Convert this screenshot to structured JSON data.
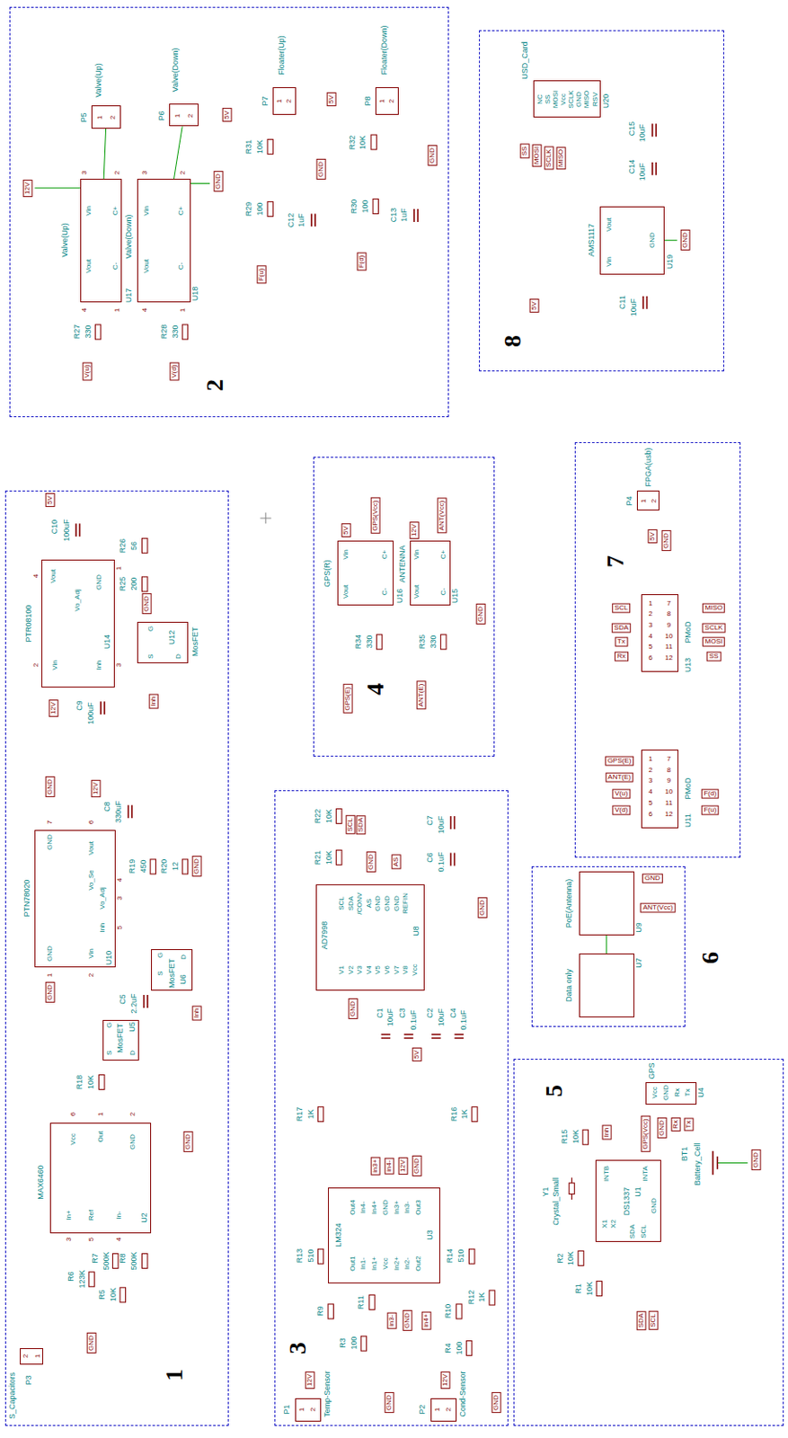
{
  "diagram": {
    "nodes": [
      {
        "text": [
          "1"
        ]
      },
      {
        "text": [
          "PTR08100",
          "U14",
          "Vout",
          "Vo_Adj",
          "GND",
          "Vin",
          "Inh"
        ],
        "in": 0
      },
      {
        "text": [
          "MosFET",
          "U12",
          "G",
          "S",
          "D"
        ],
        "in": 0
      },
      {
        "text": [
          "PTN78020",
          "U10",
          "GND",
          "Vout",
          "Vo_Se",
          "Vo_Adj",
          "Inh",
          "GND",
          "Vin"
        ],
        "in": 0
      },
      {
        "text": [
          "MosFET",
          "U6",
          "G",
          "S",
          "D"
        ],
        "in": 0
      },
      {
        "text": [
          "MosFET",
          "U5",
          "G",
          "S",
          "D"
        ],
        "in": 0
      },
      {
        "text": [
          "MAX6460",
          "U2",
          "Vcc",
          "Out",
          "GND",
          "In+",
          "Ref",
          "In-"
        ],
        "in": 0
      },
      {
        "text": [
          "S_Capacitors",
          "P3",
          "2",
          "1"
        ],
        "in": 0
      },
      {
        "text": [
          "2"
        ]
      },
      {
        "text": [
          "P5",
          "Valve(Up)",
          "1",
          "2"
        ],
        "in": 8
      },
      {
        "text": [
          "P6",
          "Valve(Down)",
          "1",
          "2"
        ],
        "in": 8
      },
      {
        "text": [
          "Valve(Up)",
          "U17",
          "Vin",
          "Vout",
          "C+",
          "C-"
        ],
        "in": 8
      },
      {
        "text": [
          "Valve(Down)",
          "U18",
          "Vin",
          "Vout",
          "C+",
          "C-"
        ],
        "in": 8
      },
      {
        "text": [
          "P7",
          "Floater(Up)",
          "1",
          "2"
        ],
        "in": 8
      },
      {
        "text": [
          "P8",
          "Floater(Down)",
          "1",
          "2"
        ],
        "in": 8
      },
      {
        "text": [
          "3"
        ]
      },
      {
        "text": [
          "AD7998",
          "U8",
          "SCL",
          "SDA",
          "/CONV",
          "AS",
          "GND",
          "GND",
          "GND",
          "REFIN",
          "V1",
          "V2",
          "V3",
          "V4",
          "V5",
          "V6",
          "V7",
          "V8",
          "Vcc"
        ],
        "in": 15
      },
      {
        "text": [
          "LM324",
          "U3",
          "Out4",
          "In4-",
          "In4+",
          "GND",
          "In3+",
          "In3-",
          "Out3",
          "Out1",
          "In1-",
          "In1+",
          "Vcc",
          "In2+",
          "In2-",
          "Out2"
        ],
        "in": 15
      },
      {
        "text": [
          "Temp-Sensor",
          "P1",
          "1",
          "2"
        ],
        "in": 15
      },
      {
        "text": [
          "Cond-Sensor",
          "P2",
          "1",
          "2"
        ],
        "in": 15
      },
      {
        "text": [
          "4"
        ]
      },
      {
        "text": [
          "GPS(R)",
          "U16",
          "Vin",
          "Vout",
          "C+",
          "C-"
        ],
        "in": 20
      },
      {
        "text": [
          "ANTENNA",
          "U15",
          "Vin",
          "Vout",
          "C+",
          "C-"
        ],
        "in": 20
      },
      {
        "text": [
          "5"
        ]
      },
      {
        "text": [
          "GPS",
          "U4",
          "Vcc",
          "GND",
          "Rx",
          "Tx"
        ],
        "in": 23
      },
      {
        "text": [
          "DS1337",
          "U1",
          "INTB",
          "INTA",
          "X1",
          "X2",
          "GND",
          "SDA",
          "SCL"
        ],
        "in": 23
      },
      {
        "text": [
          "6"
        ]
      },
      {
        "text": [
          "PoE(Antenna)",
          "U9"
        ],
        "in": 26
      },
      {
        "text": [
          "Data only",
          "U7"
        ],
        "in": 26
      },
      {
        "text": [
          "7"
        ]
      },
      {
        "text": [
          "P4",
          "FPGA(usb)",
          "1",
          "2"
        ],
        "in": 29
      },
      {
        "text": [
          "PMoD",
          "U13",
          "1",
          "2",
          "3",
          "4",
          "5",
          "6",
          "7",
          "8",
          "9",
          "10",
          "11",
          "12"
        ],
        "in": 29
      },
      {
        "text": [
          "PMoD",
          "U11",
          "1",
          "2",
          "3",
          "4",
          "5",
          "6",
          "7",
          "8",
          "9",
          "10",
          "11",
          "12"
        ],
        "in": 29
      },
      {
        "text": [
          "8"
        ]
      },
      {
        "text": [
          "USD_Card",
          "U20",
          "NC",
          "SS",
          "MOSI",
          "Vcc",
          "SCLK",
          "GND",
          "MISO",
          "RSV"
        ],
        "in": 33
      },
      {
        "text": [
          "AMS1117",
          "U19",
          "Vin",
          "Vout",
          "GND"
        ],
        "in": 33
      }
    ],
    "edges": [
      {
        "from": 11,
        "to": 9,
        "arrow": "none"
      },
      {
        "from": 12,
        "to": 10,
        "arrow": "none"
      },
      {
        "from": 28,
        "to": 27,
        "arrow": "none"
      }
    ],
    "labels": [
      "5V",
      "C10",
      "100uF",
      "R26",
      "56",
      "R25",
      "200",
      "GND",
      "4",
      "2",
      "1",
      "3",
      "12V",
      "C9",
      "100uF",
      "Inh",
      "GND",
      "12V",
      "C8",
      "330uF",
      "7",
      "6",
      "4",
      "3",
      "5",
      "1",
      "2",
      "R19",
      "450",
      "R20",
      "12",
      "GND",
      "C5",
      "2.2uF",
      "Inh",
      "GND",
      "R18",
      "10K",
      "6",
      "1",
      "2",
      "GND",
      "3",
      "5",
      "4",
      "R7",
      "500K",
      "R8",
      "500K",
      "R6",
      "123K",
      "R5",
      "10K",
      "GND",
      "12V",
      "GND",
      "3",
      "2",
      "4",
      "1",
      "3",
      "2",
      "4",
      "1",
      "R27",
      "330",
      "R28",
      "330",
      "V(u)",
      "V(d)",
      "5V",
      "R31",
      "10K",
      "R29",
      "100",
      "C12",
      "1uF",
      "GND",
      "F(u)",
      "5V",
      "R32",
      "10K",
      "R30",
      "100",
      "C13",
      "1uF",
      "GND",
      "F(d)",
      "SCL",
      "SDA",
      "R22",
      "10K",
      "R21",
      "10K",
      "GND",
      "AS",
      "C7",
      "10uF",
      "C6",
      "0.1uF",
      "GND",
      "GND",
      "C1",
      "10uF",
      "C3",
      "0.1uF",
      "C2",
      "10uF",
      "C4",
      "0.1uF",
      "5V",
      "R17",
      "1K",
      "R16",
      "1K",
      "in3+",
      "in4-",
      "12V",
      "GND",
      "R13",
      "510",
      "R14",
      "510",
      "R9",
      "R11",
      "in3-",
      "GND",
      "in4+",
      "R10",
      "R12",
      "1K",
      "R3",
      "100",
      "R4",
      "100",
      "12V",
      "GND",
      "12V",
      "GND",
      "5V",
      "GPS(Vcc)",
      "12V",
      "ANT(Vcc)",
      "R34",
      "330",
      "R35",
      "330",
      "GPS(E)",
      "ANT(E)",
      "GND",
      "GPS(Vcc)",
      "GND",
      "Rx",
      "Tx",
      "R15",
      "10K",
      "Inh",
      "BT1",
      "Battery_Cell",
      "GND",
      "Y1",
      "Crystal_Small",
      "R2",
      "10K",
      "R1",
      "10K",
      "SDA",
      "SCL",
      "GND",
      "ANT(Vcc)",
      "5V",
      "GND",
      "SCL",
      "SDA",
      "Tx",
      "Rx",
      "MISO",
      "SCLK",
      "MOSI",
      "SS",
      "GPS(E)",
      "ANT(E)",
      "V(u)",
      "V(d)",
      "F(d)",
      "F(u)",
      "SS",
      "MOSI",
      "SCLK",
      "MISO",
      "C15",
      "10uF",
      "C14",
      "10uF",
      "C11",
      "10uF",
      "5V",
      "GND"
    ]
  }
}
